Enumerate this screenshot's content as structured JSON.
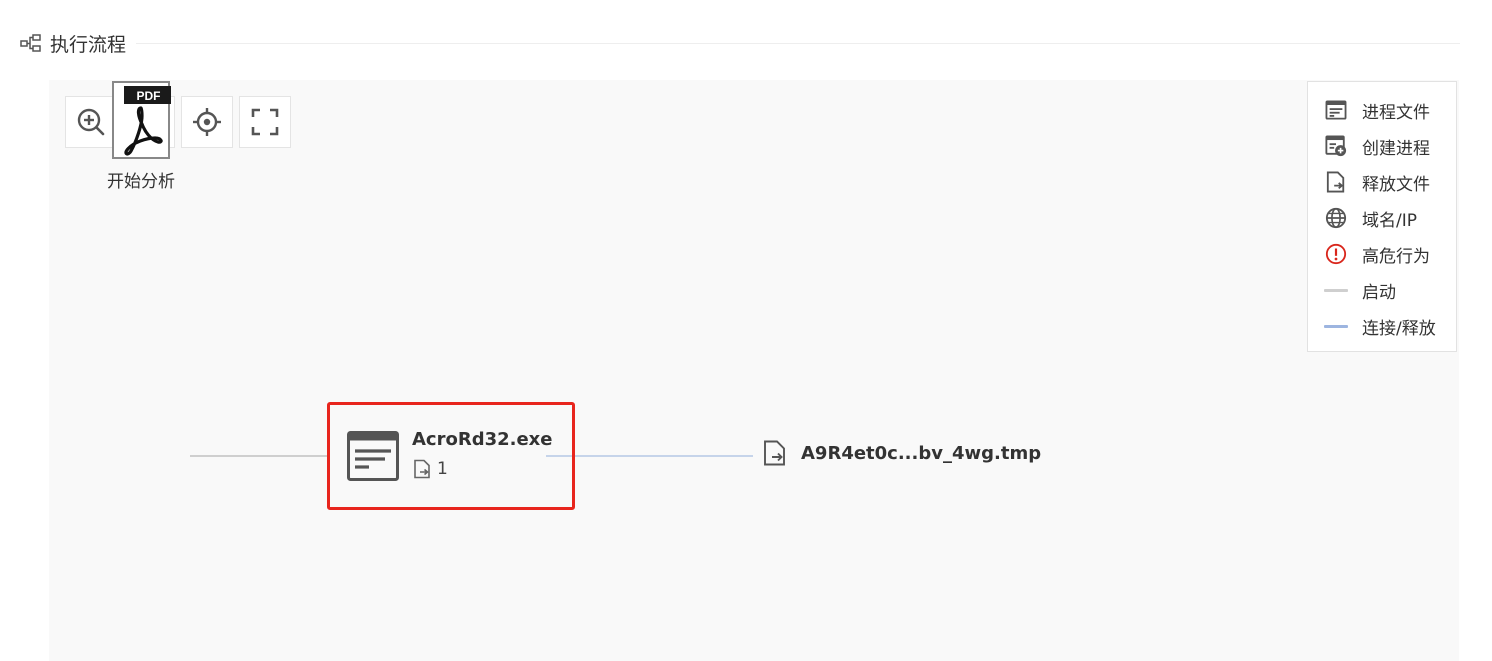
{
  "section": {
    "title": "执行流程"
  },
  "toolbar": {
    "buttons": [
      {
        "name": "zoom-in",
        "icon": "zoom-in-icon"
      },
      {
        "name": "zoom-out",
        "icon": "zoom-out-icon"
      },
      {
        "name": "center",
        "icon": "crosshair-icon"
      },
      {
        "name": "fullscreen",
        "icon": "fullscreen-icon"
      }
    ]
  },
  "legend": {
    "items": [
      {
        "label": "进程文件",
        "icon": "process-file-icon"
      },
      {
        "label": "创建进程",
        "icon": "create-process-icon"
      },
      {
        "label": "释放文件",
        "icon": "release-file-icon"
      },
      {
        "label": "域名/IP",
        "icon": "globe-icon"
      },
      {
        "label": "高危行为",
        "icon": "alert-icon",
        "color": "#d9261c"
      },
      {
        "label": "启动",
        "icon": "gray-line",
        "color": "#cfcfcf"
      },
      {
        "label": "连接/释放",
        "icon": "blue-line",
        "color": "#9db5e0"
      }
    ]
  },
  "graph": {
    "start_node": {
      "badge": "PDF",
      "label": "开始分析"
    },
    "process_node": {
      "name": "AcroRd32.exe",
      "released_count": "1"
    },
    "file_node": {
      "name": "A9R4et0c...bv_4wg.tmp"
    },
    "highlight_color": "#e8251d",
    "edge_start_color": "#cfcfcf",
    "edge_release_color": "#c6d4ea"
  }
}
